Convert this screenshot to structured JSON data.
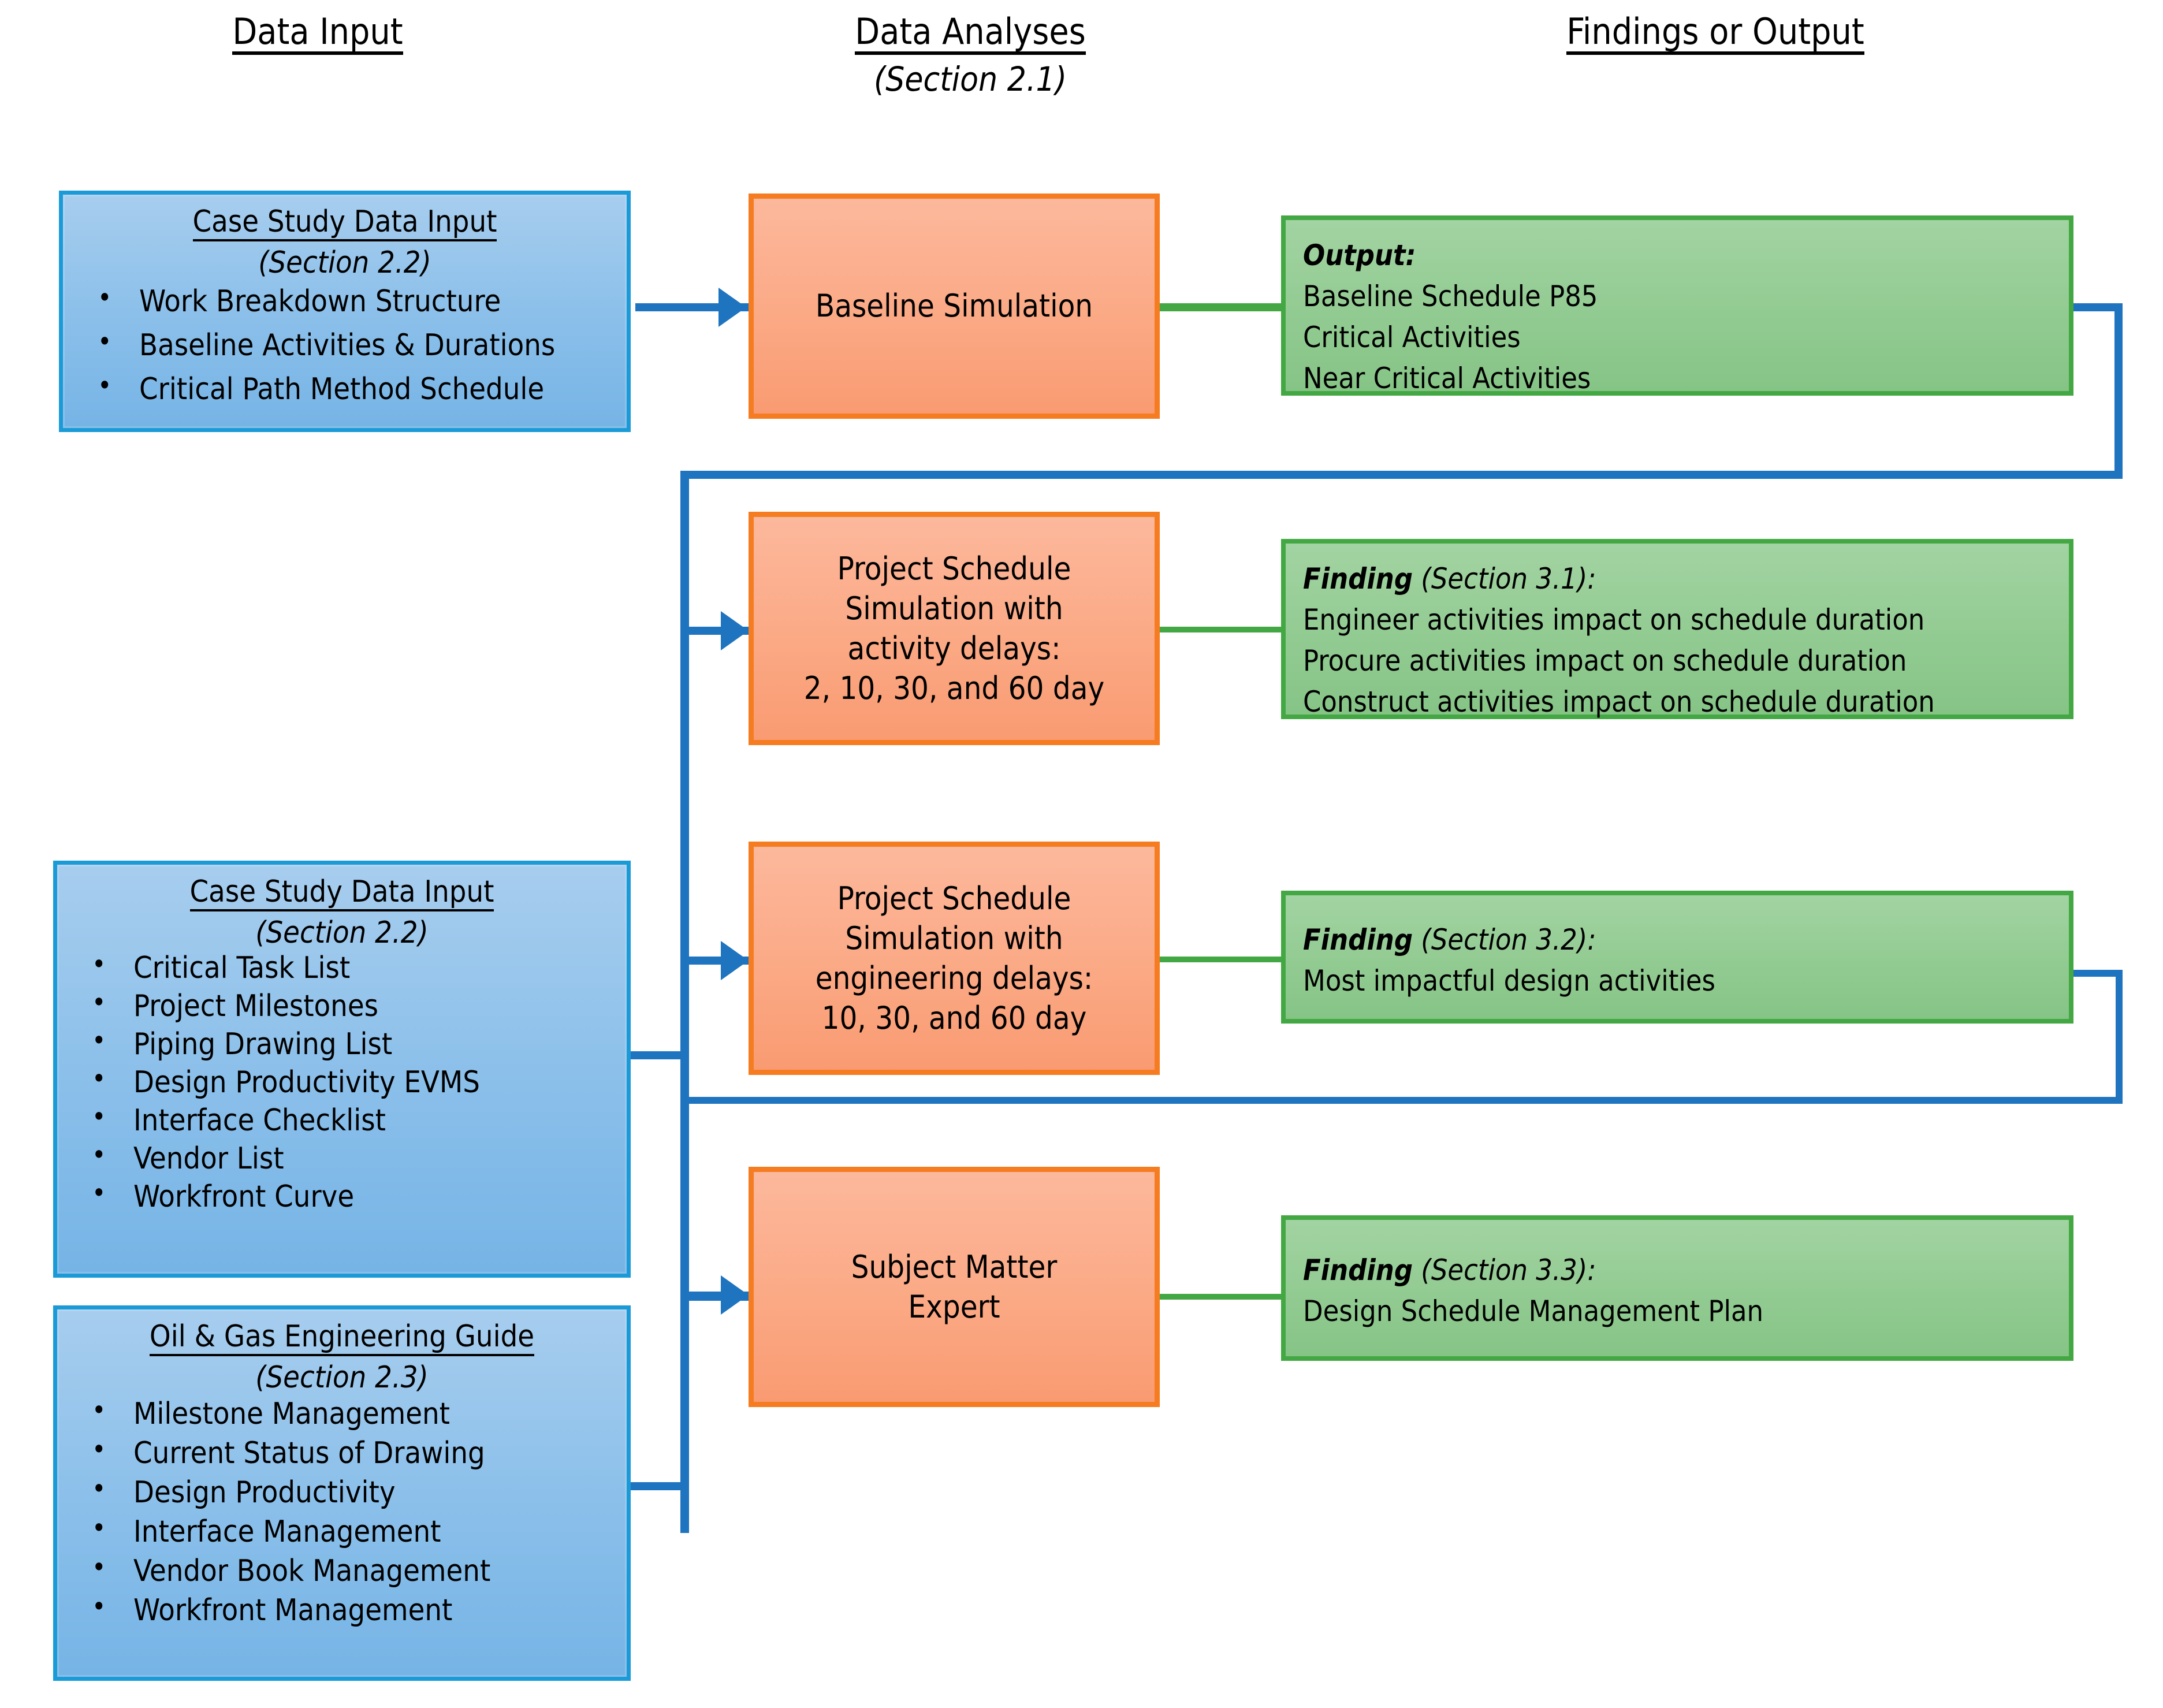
{
  "headers": [
    {
      "main": "Data Input",
      "sub": ""
    },
    {
      "main": "Data Analyses",
      "sub": "(Section 2.1)"
    },
    {
      "main": "Findings or Output",
      "sub": ""
    }
  ],
  "colors": {
    "blue_fill": "#8cc0ea",
    "blue_border": "#1a9bd7",
    "orange_fill": "#fba985",
    "orange_border": "#f57c20",
    "green_fill": "#92cb92",
    "green_border": "#43a843",
    "connector_blue": "#1f74bf",
    "connector_green": "#43a843"
  },
  "inputs": [
    {
      "title": "Case Study Data Input",
      "section": "(Section 2.2)",
      "bullets": [
        "Work Breakdown Structure",
        "Baseline Activities & Durations",
        "Critical Path Method Schedule"
      ]
    },
    {
      "title": "Case Study Data Input",
      "section": "(Section 2.2)",
      "bullets": [
        "Critical Task List",
        "Project Milestones",
        "Piping Drawing List",
        "Design Productivity EVMS",
        "Interface Checklist",
        "Vendor List",
        "Workfront Curve"
      ]
    },
    {
      "title": "Oil & Gas Engineering Guide",
      "section": "(Section 2.3)",
      "bullets": [
        "Milestone Management",
        "Current Status of Drawing",
        "Design Productivity",
        "Interface Management",
        "Vendor Book Management",
        "Workfront Management"
      ]
    }
  ],
  "analyses": [
    {
      "lines": [
        "Baseline Simulation"
      ]
    },
    {
      "lines": [
        "Project Schedule",
        "Simulation with",
        "activity delays:",
        "2, 10, 30, and 60 day"
      ]
    },
    {
      "lines": [
        "Project Schedule",
        "Simulation with",
        "engineering delays:",
        "10, 30, and 60 day"
      ]
    },
    {
      "lines": [
        "Subject Matter",
        "Expert"
      ]
    }
  ],
  "outputs": [
    {
      "lead": "Output:",
      "lead_rest": "",
      "lines": [
        "Baseline Schedule P85",
        "Critical Activities",
        "Near Critical Activities"
      ]
    },
    {
      "lead": "Finding",
      "lead_rest": " (Section 3.1):",
      "lines": [
        "Engineer activities impact on schedule duration",
        "Procure activities impact on schedule duration",
        "Construct activities impact on schedule duration"
      ]
    },
    {
      "lead": "Finding",
      "lead_rest": " (Section 3.2):",
      "lines": [
        "Most impactful design activities"
      ]
    },
    {
      "lead": "Finding",
      "lead_rest": " (Section 3.3):",
      "lines": [
        "Design Schedule Management Plan"
      ]
    }
  ]
}
